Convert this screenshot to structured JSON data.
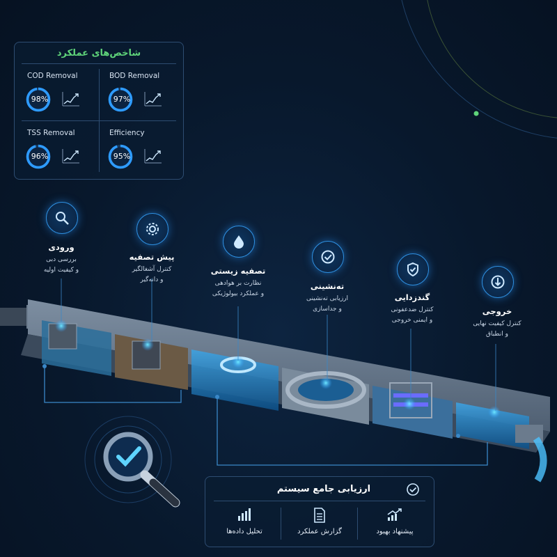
{
  "kpi": {
    "title": "شاخص‌های عملکرد",
    "items": [
      {
        "label": "COD Removal",
        "value": "98%",
        "percent": 98
      },
      {
        "label": "BOD Removal",
        "value": "97%",
        "percent": 97
      },
      {
        "label": "TSS Removal",
        "value": "96%",
        "percent": 96
      },
      {
        "label": "Efficiency",
        "value": "95%",
        "percent": 95
      }
    ]
  },
  "stages": [
    {
      "icon": "magnifier-icon",
      "title": "ورودی",
      "desc1": "بررسی دبی",
      "desc2": "و کیفیت اولیه"
    },
    {
      "icon": "gear-icon",
      "title": "پیش تصفیه",
      "desc1": "کنترل آشغالگیر",
      "desc2": "و دانه‌گیر"
    },
    {
      "icon": "water-drop-icon",
      "title": "تصفیه زیستی",
      "desc1": "نظارت بر هوادهی",
      "desc2": "و عملکرد بیولوژیکی"
    },
    {
      "icon": "check-circle-icon",
      "title": "ته‌نشینی",
      "desc1": "ارزیابی ته‌نشینی",
      "desc2": "و جداسازی"
    },
    {
      "icon": "shield-check-icon",
      "title": "گندزدایی",
      "desc1": "کنترل ضدعفونی",
      "desc2": "و ایمنی خروجی"
    },
    {
      "icon": "outflow-arrow-icon",
      "title": "خروجی",
      "desc1": "کنترل کیفیت نهایی",
      "desc2": "و انطباق"
    }
  ],
  "assessment": {
    "title": "ارزیابی جامع سیستم",
    "items": [
      {
        "icon": "bar-chart-icon",
        "label": "تحلیل داده‌ها"
      },
      {
        "icon": "document-icon",
        "label": "گزارش عملکرد"
      },
      {
        "icon": "trend-up-icon",
        "label": "پیشنهاد بهبود"
      }
    ]
  },
  "colors": {
    "accent": "#2e9bff",
    "green": "#5fd47a",
    "background": "#08182c"
  }
}
